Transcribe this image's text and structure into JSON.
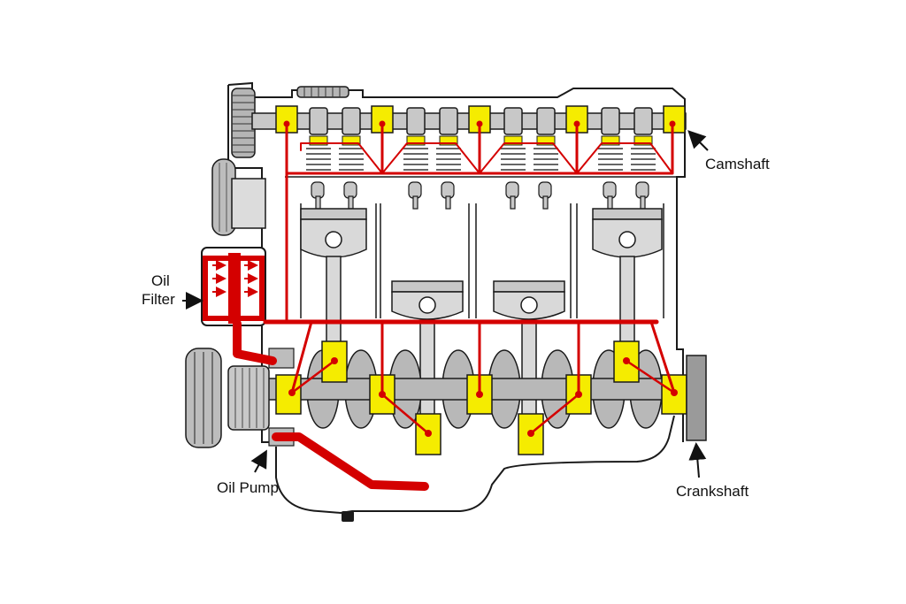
{
  "labels": {
    "camshaft": "Camshaft",
    "oil_filter_line1": "Oil",
    "oil_filter_line2": "Filter",
    "oil_pump": "Oil Pump",
    "crankshaft": "Crankshaft"
  },
  "colors": {
    "oil": "#d40000",
    "bearing": "#f5ec00",
    "metal": "#c8c8c8",
    "metal_dark": "#9a9a9a",
    "outline": "#1a1a1a",
    "background": "#ffffff"
  },
  "components": {
    "cylinders": 4,
    "valve_springs": 8,
    "cam_journals": 5,
    "main_bearings": 5,
    "rod_bearings": 4
  }
}
